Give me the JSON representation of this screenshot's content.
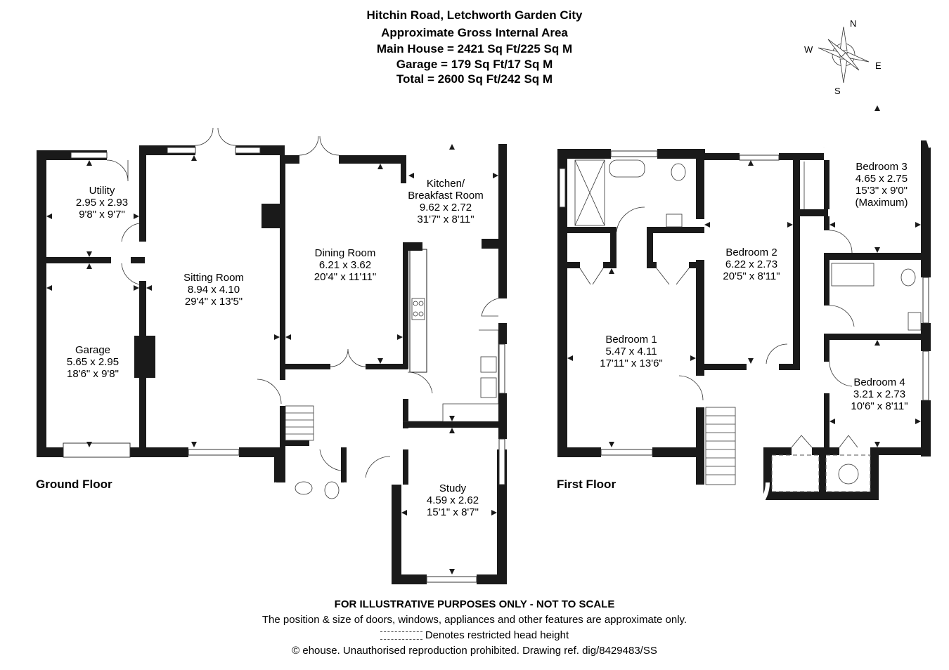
{
  "header": {
    "title": "Hitchin Road, Letchworth Garden City",
    "subtitle": "Approximate Gross Internal Area",
    "main_house": "Main House = 2421 Sq Ft/225 Sq M",
    "garage": "Garage = 179 Sq Ft/17 Sq M",
    "total": "Total = 2600 Sq Ft/242 Sq M"
  },
  "compass": {
    "n": "N",
    "e": "E",
    "s": "S",
    "w": "W"
  },
  "floors": {
    "ground": {
      "label": "Ground Floor",
      "rooms": [
        {
          "name": "Utility",
          "metric": "2.95 x 2.93",
          "imperial": "9'8\" x 9'7\""
        },
        {
          "name": "Garage",
          "metric": "5.65 x 2.95",
          "imperial": "18'6\" x 9'8\""
        },
        {
          "name": "Sitting Room",
          "metric": "8.94 x 4.10",
          "imperial": "29'4\" x 13'5\""
        },
        {
          "name": "Dining Room",
          "metric": "6.21 x 3.62",
          "imperial": "20'4\" x 11'11\""
        },
        {
          "name": "Kitchen/",
          "name2": "Breakfast Room",
          "metric": "9.62 x 2.72",
          "imperial": "31'7\" x 8'11\""
        },
        {
          "name": "Study",
          "metric": "4.59 x 2.62",
          "imperial": "15'1\" x 8'7\""
        }
      ]
    },
    "first": {
      "label": "First Floor",
      "rooms": [
        {
          "name": "Bedroom 1",
          "metric": "5.47 x 4.11",
          "imperial": "17'11\" x 13'6\""
        },
        {
          "name": "Bedroom 2",
          "metric": "6.22 x 2.73",
          "imperial": "20'5\" x 8'11\""
        },
        {
          "name": "Bedroom 3",
          "metric": "4.65 x 2.75",
          "imperial": "15'3\" x 9'0\"",
          "note": "(Maximum)"
        },
        {
          "name": "Bedroom 4",
          "metric": "3.21 x 2.73",
          "imperial": "10'6\" x 8'11\""
        }
      ]
    }
  },
  "footer": {
    "disclaimer": "FOR ILLUSTRATIVE PURPOSES ONLY - NOT TO SCALE",
    "note": "The position & size of doors, windows, appliances and other features are approximate only.",
    "legend": "Denotes restricted head height",
    "copyright": "© ehouse. Unauthorised reproduction prohibited. Drawing ref. dig/8429483/SS"
  }
}
